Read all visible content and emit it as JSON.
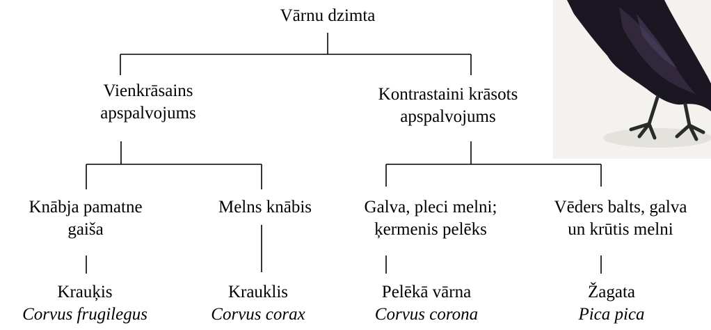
{
  "colors": {
    "text": "#000000",
    "line": "#000000",
    "background": "#ffffff",
    "photo_background": "#f3f2ef"
  },
  "root": {
    "label": "Vārnu dzimta"
  },
  "groups": {
    "uniform": {
      "line1": "Vienkrāsains",
      "line2": "apspalvojums"
    },
    "contrast": {
      "line1": "Kontrastaini krāsots",
      "line2": "apspalvojums"
    }
  },
  "traits": {
    "pale_beak": {
      "line1": "Knābja pamatne",
      "line2": "gaiša"
    },
    "black_beak": {
      "line1": "Melns knābis"
    },
    "grey_body": {
      "line1": "Galva, pleci melni;",
      "line2": "ķermenis pelēks"
    },
    "white_belly": {
      "line1": "Vēders balts, galva",
      "line2": "un krūtis melni"
    }
  },
  "species": {
    "rook": {
      "common": "Krauķis",
      "latin": "Corvus frugilegus"
    },
    "raven": {
      "common": "Krauklis",
      "latin": "Corvus corax"
    },
    "hooded_crow": {
      "common": "Pelēkā vārna",
      "latin": "Corvus corona"
    },
    "magpie": {
      "common": "Žagata",
      "latin": "Pica pica"
    }
  },
  "illustration": {
    "icon": "crow-illustration",
    "subject": "black corvid perched"
  }
}
